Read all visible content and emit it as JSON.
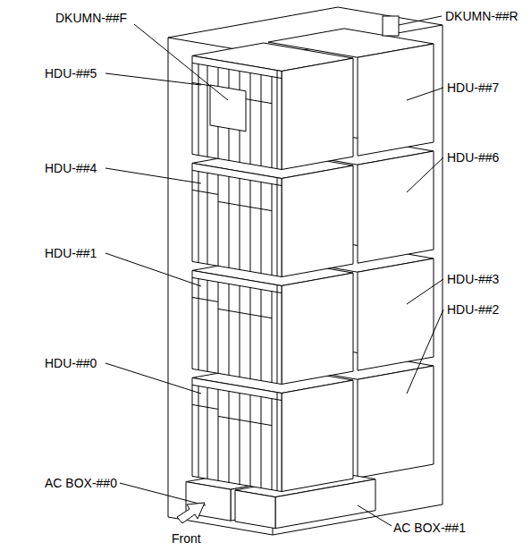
{
  "diagram": {
    "labels": [
      "DKUMN-##F",
      "DKUMN-##R",
      "HDU-##5",
      "HDU-##7",
      "HDU-##4",
      "HDU-##6",
      "HDU-##1",
      "HDU-##3",
      "HDU-##2",
      "HDU-##0",
      "AC BOX-##0",
      "AC BOX-##1",
      "Front"
    ]
  }
}
